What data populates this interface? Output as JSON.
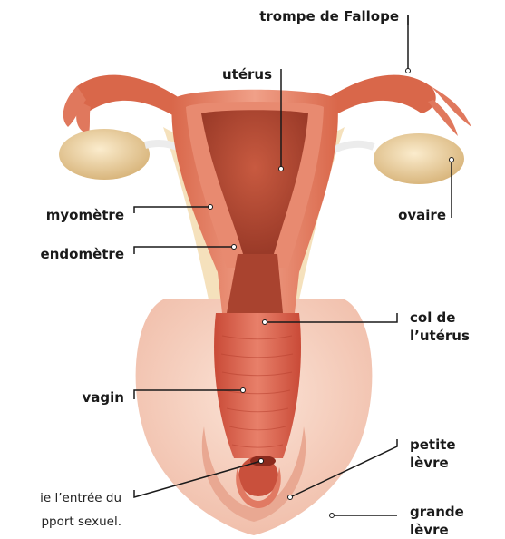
{
  "labels": {
    "trompe": "trompe de Fallope",
    "uterus": "utérus",
    "myometre": "myomètre",
    "endometre": "endomètre",
    "ovaire": "ovaire",
    "col_line1": "col de",
    "col_line2": "l’utérus",
    "vagin": "vagin",
    "petite_line1": "petite",
    "petite_line2": "lèvre",
    "grande_line1": "grande",
    "grande_line2": "lèvre"
  },
  "note": {
    "line1": "ie l’entrée du",
    "line2": "pport sexuel."
  },
  "colors": {
    "uterus_wall": "#e07a5c",
    "uterus_cavity": "#b84a34",
    "ovary": "#f0d9a8",
    "skin": "#f6d5c4",
    "vagina": "#d95a45",
    "leader_line": "#1a1a1a"
  }
}
